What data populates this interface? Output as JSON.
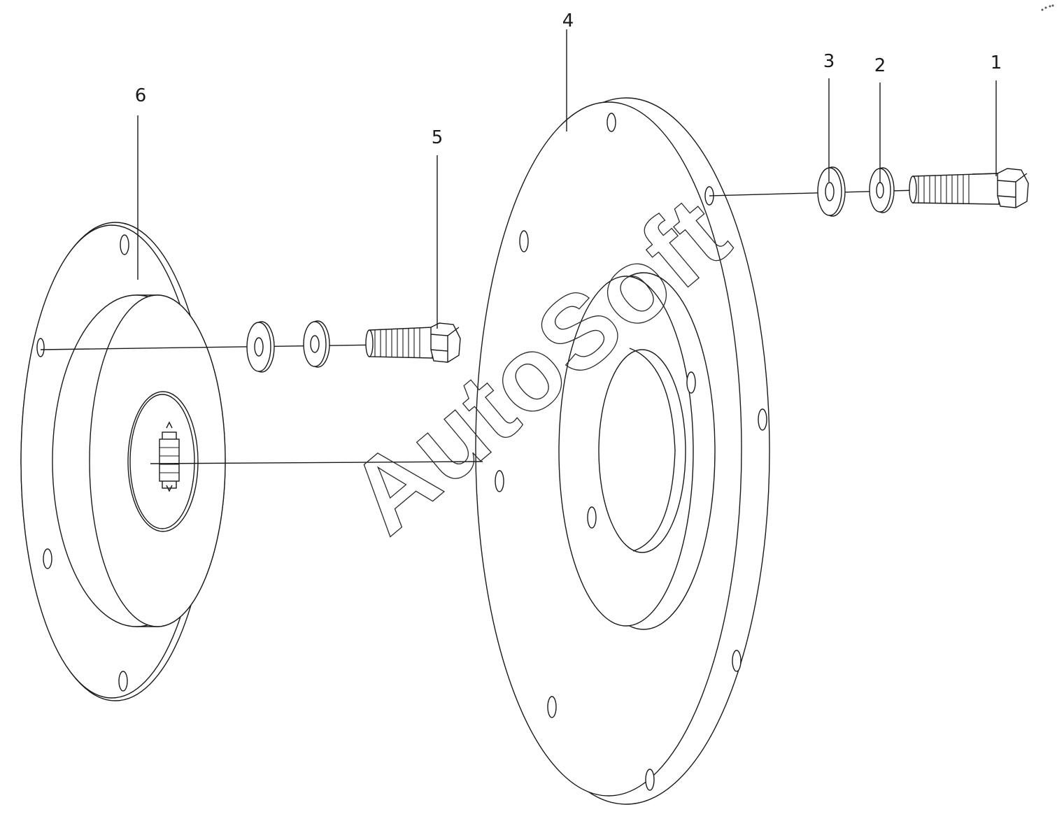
{
  "diagram": {
    "callouts": [
      {
        "id": "1",
        "label": "1"
      },
      {
        "id": "2",
        "label": "2"
      },
      {
        "id": "3",
        "label": "3"
      },
      {
        "id": "4",
        "label": "4"
      },
      {
        "id": "5",
        "label": "5"
      },
      {
        "id": "6",
        "label": "6"
      }
    ],
    "watermark": "AutoSoft"
  },
  "colors": {
    "line": "#1a1a1a",
    "background": "#ffffff"
  }
}
